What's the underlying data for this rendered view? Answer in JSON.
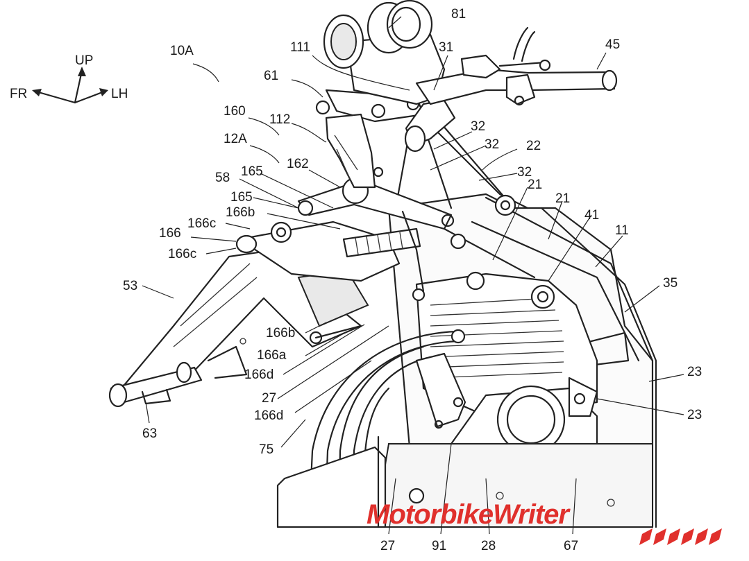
{
  "diagram": {
    "directions": {
      "up": "UP",
      "front": "FR",
      "left": "LH"
    },
    "labels": {
      "10A": "10A",
      "81": "81",
      "111": "111",
      "31": "31",
      "45": "45",
      "61": "61",
      "160": "160",
      "112": "112",
      "12A": "12A",
      "32a": "32",
      "32b": "32",
      "32c": "32",
      "22": "22",
      "162": "162",
      "58": "58",
      "165a": "165",
      "165b": "165",
      "166b_top": "166b",
      "21a": "21",
      "21b": "21",
      "41": "41",
      "11": "11",
      "166": "166",
      "166c_a": "166c",
      "166c_b": "166c",
      "53": "53",
      "35": "35",
      "166b_mid": "166b",
      "166a": "166a",
      "166d_a": "166d",
      "166d_b": "166d",
      "27a": "27",
      "23a": "23",
      "23b": "23",
      "63": "63",
      "75": "75",
      "27b": "27",
      "91": "91",
      "28": "28",
      "67": "67"
    },
    "colors": {
      "line": "#222222",
      "background": "#ffffff",
      "watermark": "#e0302c"
    }
  },
  "watermark": {
    "text": "MotorbikeWriter"
  }
}
